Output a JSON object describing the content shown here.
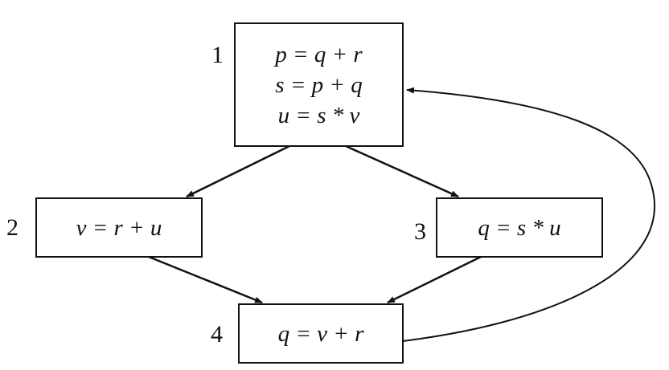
{
  "nodes": [
    {
      "id": "1",
      "statements": [
        "p = q + r",
        "s = p + q",
        "u = s * v"
      ]
    },
    {
      "id": "2",
      "statements": [
        "v = r + u"
      ]
    },
    {
      "id": "3",
      "statements": [
        "q = s * u"
      ]
    },
    {
      "id": "4",
      "statements": [
        "q = v + r"
      ]
    }
  ],
  "edges": [
    {
      "from": "1",
      "to": "2"
    },
    {
      "from": "1",
      "to": "3"
    },
    {
      "from": "2",
      "to": "4"
    },
    {
      "from": "3",
      "to": "4"
    },
    {
      "from": "4",
      "to": "1"
    }
  ]
}
